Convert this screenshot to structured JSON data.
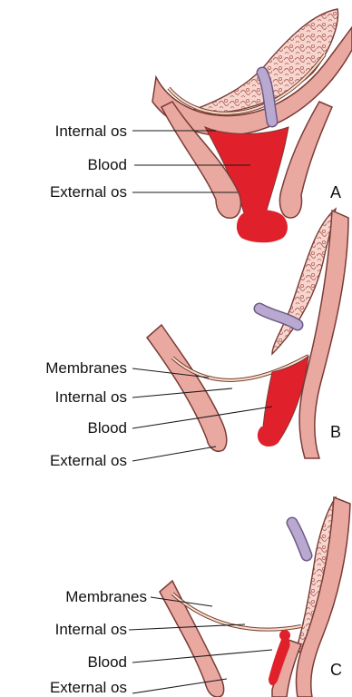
{
  "panels": [
    {
      "letter": "A",
      "labels": [
        "Internal os",
        "Blood",
        "External os"
      ]
    },
    {
      "letter": "B",
      "labels": [
        "Membranes",
        "Internal os",
        "Blood",
        "External os"
      ]
    },
    {
      "letter": "C",
      "labels": [
        "Membranes",
        "Internal os",
        "Blood",
        "External os"
      ]
    }
  ],
  "colors": {
    "tissue": "#e9a9a1",
    "tissue_edge": "#7a3b36",
    "blood": "#e0202a",
    "placenta": "#f3cfc7",
    "cord": "#b9a8cf",
    "membrane": "#f4e2c8",
    "leader": "#1a1a1a"
  }
}
